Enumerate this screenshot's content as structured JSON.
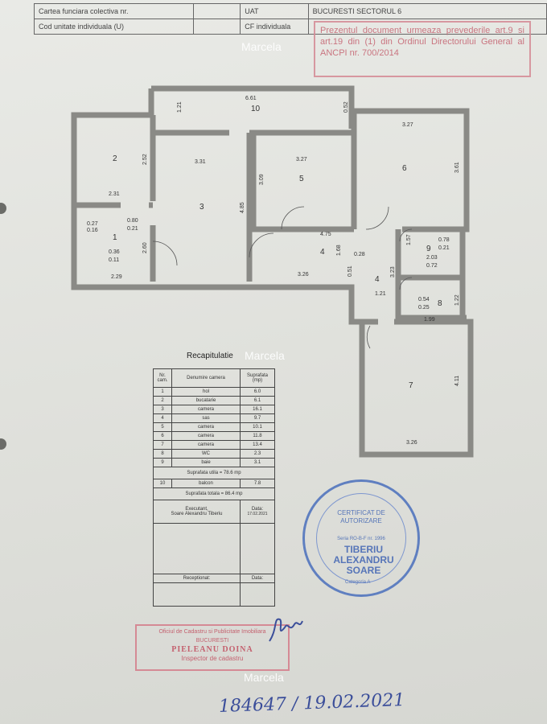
{
  "header_table": {
    "row1": {
      "label": "Cartea funciara colectiva nr.",
      "value": "",
      "key2": "UAT",
      "value2": "BUCURESTI SECTORUL 6"
    },
    "row2": {
      "label": "Cod unitate individuala (U)",
      "value": "",
      "key2": "CF individuala"
    }
  },
  "top_stamp": "Prezentul document urmeaza prevederile art.9 si art.19 din (1) din Ordinul Directorului General al ANCPI nr. 700/2014",
  "watermark": "Marcela",
  "plan": {
    "rooms": [
      "1",
      "2",
      "3",
      "4",
      "4",
      "5",
      "6",
      "7",
      "8",
      "9",
      "10"
    ],
    "dims": {
      "balcony_w": "6.61",
      "balcony_l": "1.21",
      "balcony_r": "0.52",
      "r2_w": "2.31",
      "r2_h": "2.52",
      "r3_w": "3.31",
      "r3_h": "4.85",
      "r5_w": "3.27",
      "r5_h": "3.09",
      "r6_w": "3.27",
      "r6_h": "3.61",
      "r1_a": "0.27",
      "r1_b": "0.16",
      "r1_c": "0.80",
      "r1_d": "0.21",
      "r1_e": "0.36",
      "r1_f": "0.11",
      "r1_h": "2.60",
      "r1_w": "2.29",
      "hall_w": "4.75",
      "hall_h": "1.68",
      "hall_b": "3.26",
      "hall_c": "0.51",
      "hall_d": "0.28",
      "hall_e": "3.23",
      "hall_f": "1.21",
      "r9_a": "0.78",
      "r9_b": "0.21",
      "r9_c": "2.03",
      "r9_d": "0.72",
      "r9_e": "1.57",
      "r8_a": "0.54",
      "r8_b": "0.25",
      "r8_c": "1.22",
      "r8_w": "1.99",
      "r7_w": "3.26",
      "r7_h": "4.11"
    }
  },
  "recap": {
    "title": "Recapitulatie",
    "headers": [
      "Nr. cam.",
      "Denumire camera",
      "Suprafata (mp)"
    ],
    "rows": [
      [
        "1",
        "hol",
        "6.0"
      ],
      [
        "2",
        "bucatarie",
        "6.1"
      ],
      [
        "3",
        "camera",
        "16.1"
      ],
      [
        "4",
        "sas",
        "9.7"
      ],
      [
        "5",
        "camera",
        "10.1"
      ],
      [
        "6",
        "camera",
        "11.8"
      ],
      [
        "7",
        "camera",
        "13.4"
      ],
      [
        "8",
        "WC",
        "2.3"
      ],
      [
        "9",
        "baie",
        "3.1"
      ]
    ],
    "useful_area": "Suprafata utila = 78.6 mp",
    "balcony_row": [
      "10",
      "balcon",
      "7.8"
    ],
    "total_area": "Suprafata totala = 86.4 mp",
    "executant_label": "Executant,",
    "executant_name": "Soare Alexandru Tiberiu",
    "date_label": "Data:",
    "date_value": "17.02.2021",
    "receptionat": "Receptionat:",
    "receptionat_date": "Data:"
  },
  "bottom_stamp": {
    "line1": "Oficiul de Cadastru si Publicitate Imobiliara",
    "line2": "BUCURESTI",
    "name": "PIELEANU DOINA",
    "role": "Inspector de cadastru"
  },
  "round_stamp": {
    "cert": "CERTIFICAT DE AUTORIZARE",
    "series": "Seria RO-B-F nr. 1996",
    "name": "TIBERIU ALEXANDRU SOARE",
    "category": "Categoria A"
  },
  "handwritten": "184647 / 19.02.2021",
  "colors": {
    "wall": "#8a8a86",
    "red_stamp": "#c4616f",
    "blue_stamp": "#5675b8",
    "ink": "#3b4e9a"
  }
}
